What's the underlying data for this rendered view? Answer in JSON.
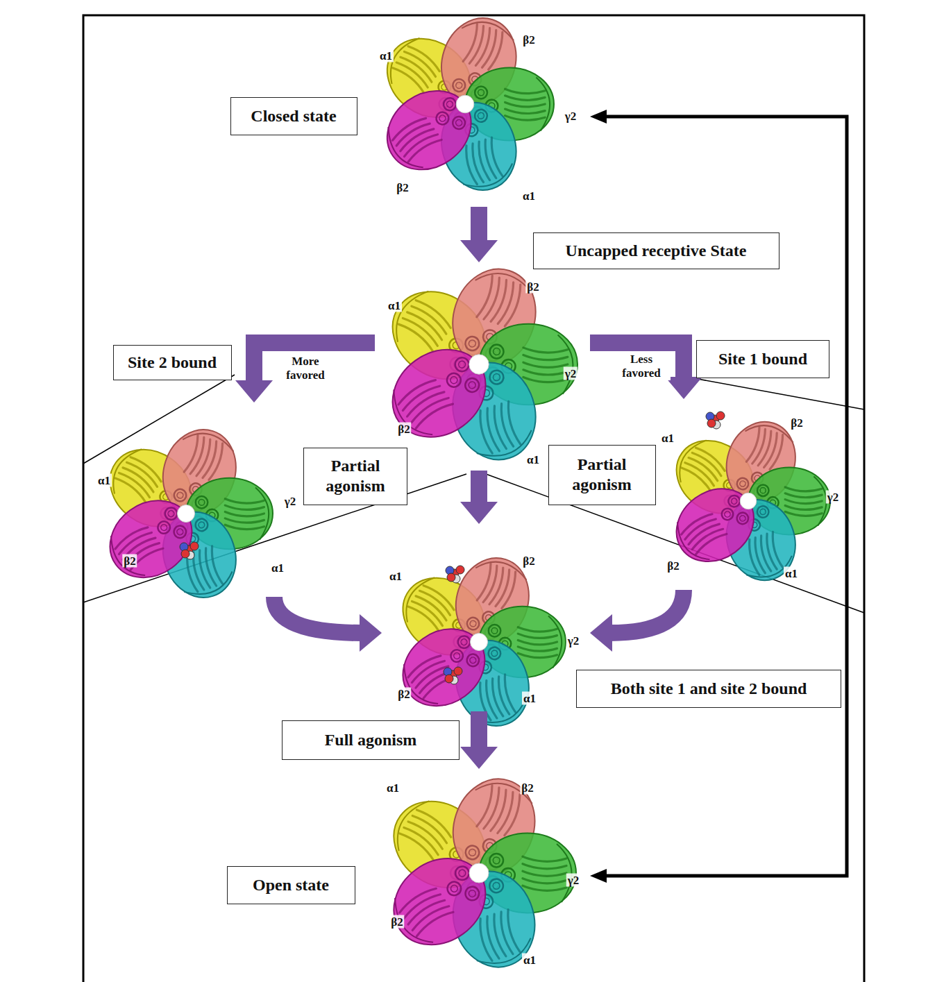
{
  "diagram": {
    "nodes": [
      {
        "text": [
          "α1",
          "β2",
          "γ2",
          "α1",
          "β2"
        ]
      },
      {
        "text": [
          "Closed state"
        ]
      },
      {
        "text": [
          "Uncapped receptive State"
        ]
      },
      {
        "text": [
          "α1",
          "β2",
          "γ2",
          "α1",
          "β2"
        ]
      },
      {
        "text": [
          "Site 2 bound"
        ]
      },
      {
        "text": [
          "Site 1 bound"
        ]
      },
      {
        "text": [
          "α1",
          "γ2",
          "α1",
          "β2"
        ]
      },
      {
        "text": [
          "Partial agonism"
        ]
      },
      {
        "text": [
          "Partial agonism"
        ]
      },
      {
        "text": [
          "α1",
          "β2",
          "γ2",
          "α1",
          "β2"
        ]
      },
      {
        "text": [
          "α1",
          "β2",
          "γ2",
          "α1",
          "β2"
        ]
      },
      {
        "text": [
          "Both site 1 and site 2 bound"
        ]
      },
      {
        "text": [
          "Full agonism"
        ]
      },
      {
        "text": [
          "α1",
          "β2",
          "γ2",
          "α1",
          "β2"
        ]
      },
      {
        "text": [
          "Open state"
        ]
      }
    ],
    "edges": [
      {
        "from": 0,
        "to": 3,
        "arrow": "to"
      },
      {
        "from": 3,
        "to": 6,
        "label": "More favored",
        "arrow": "to"
      },
      {
        "from": 3,
        "to": 9,
        "label": "Less favored",
        "arrow": "to"
      },
      {
        "from": 3,
        "to": 10,
        "arrow": "to"
      },
      {
        "from": 6,
        "to": 10,
        "arrow": "to"
      },
      {
        "from": 9,
        "to": 10,
        "arrow": "to"
      },
      {
        "from": 10,
        "to": 13,
        "arrow": "to"
      },
      {
        "from": 13,
        "to": 0,
        "arrow": "both"
      }
    ]
  }
}
